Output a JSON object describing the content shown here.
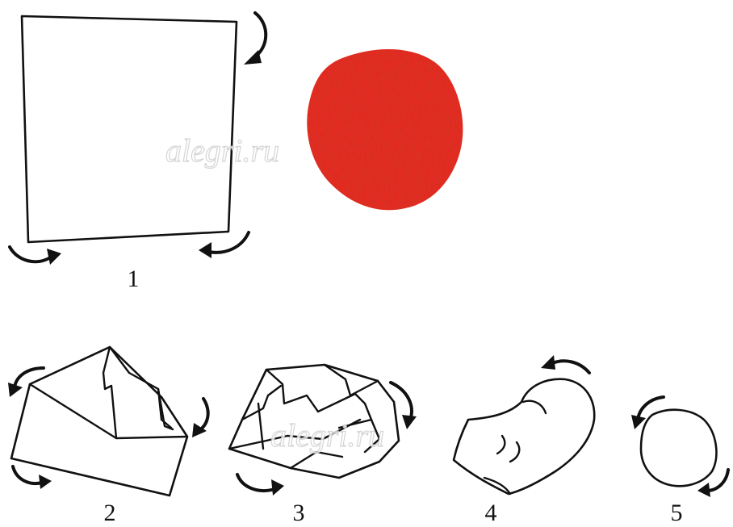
{
  "steps": [
    {
      "number": "1"
    },
    {
      "number": "2"
    },
    {
      "number": "3"
    },
    {
      "number": "4"
    },
    {
      "number": "5"
    }
  ],
  "watermark": "alegri.ru",
  "colors": {
    "ball": "#e8281e",
    "ball_dark": "#c41a12",
    "line": "#111111",
    "background": "#ffffff",
    "watermark": "#cfcfcf"
  },
  "icons": [
    "curved-arrow-icon"
  ]
}
